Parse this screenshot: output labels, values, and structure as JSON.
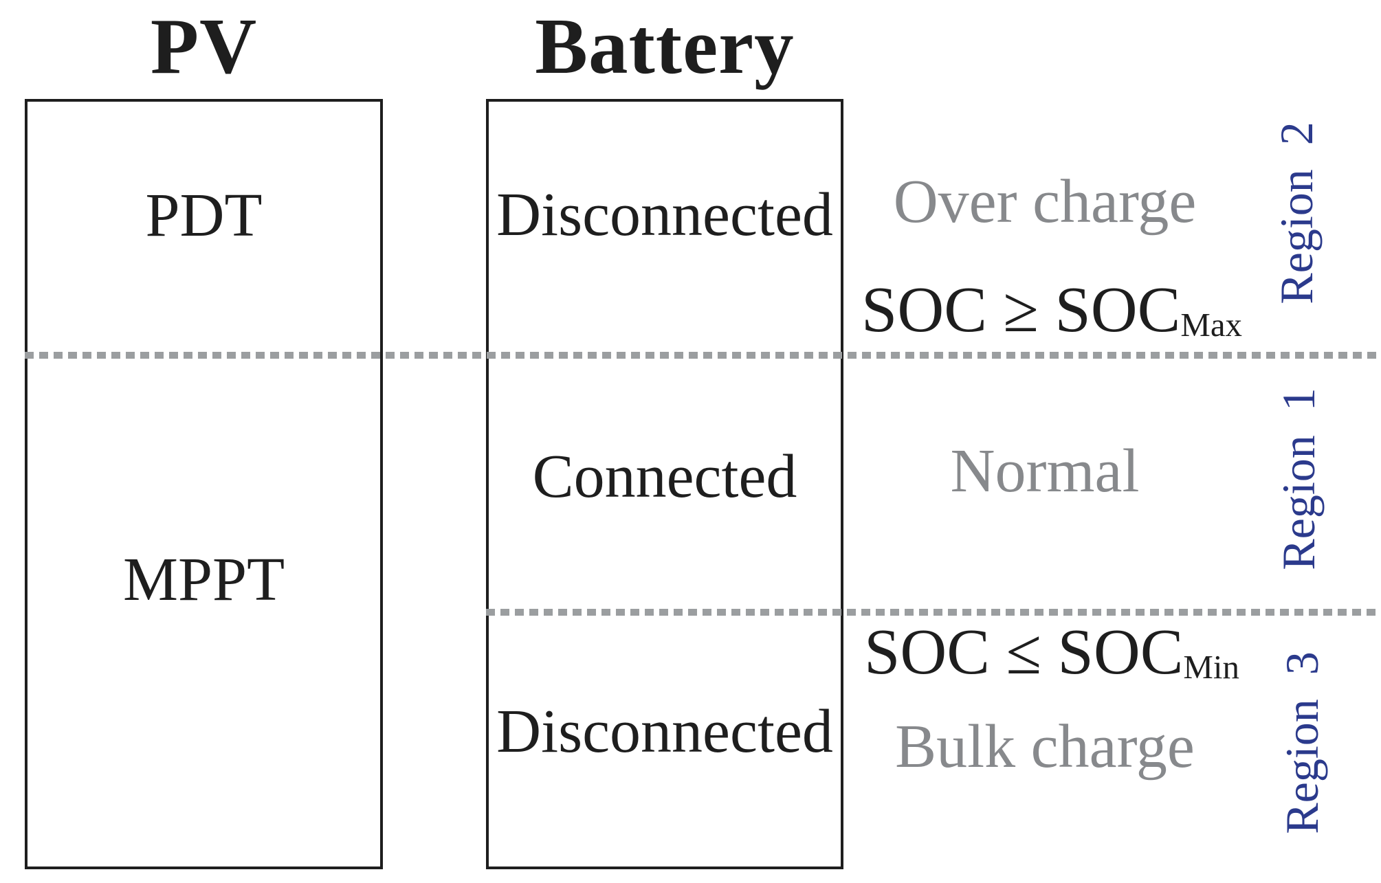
{
  "diagram": {
    "pv_column": {
      "title": "PV",
      "cells": {
        "top": "PDT",
        "bottom": "MPPT"
      }
    },
    "battery_column": {
      "title": "Battery",
      "cells": {
        "top": "Disconnected",
        "middle": "Connected",
        "bottom": "Disconnected"
      }
    },
    "annotations": {
      "region2": {
        "mode": "Over charge",
        "condition_main": "SOC ≥ SOC",
        "condition_sub": "Max",
        "region_label": "Region 2"
      },
      "region1": {
        "mode": "Normal",
        "region_label": "Region 1"
      },
      "region3": {
        "mode": "Bulk charge",
        "condition_main": "SOC ≤ SOC",
        "condition_sub": "Min",
        "region_label": "Region 3"
      }
    },
    "colors": {
      "ink": "#1e1e1e",
      "muted_gray": "#87898c",
      "region_blue": "#2b3a8c",
      "dash_gray": "#9b9ea0"
    }
  }
}
